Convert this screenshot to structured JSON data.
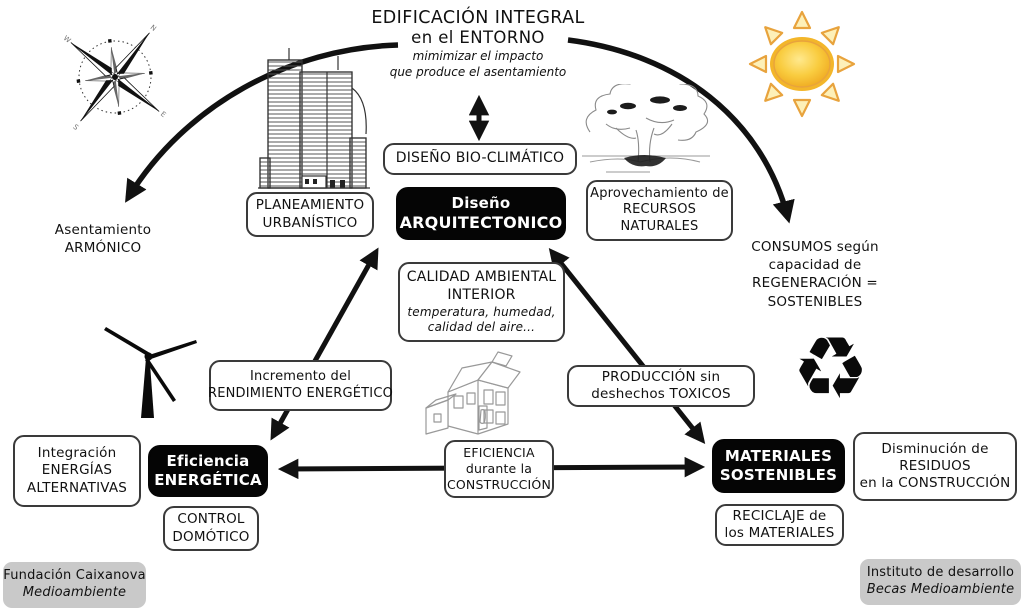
{
  "title": {
    "line1": "EDIFICACIÓN INTEGRAL",
    "line2": "en el ENTORNO",
    "subtitle_line1": "mimimizar el impacto",
    "subtitle_line2": "que produce el asentamiento"
  },
  "nodes": {
    "bio_climatico": {
      "line1": "DISEÑO BIO-CLIMÁTICO"
    },
    "arquitectonico": {
      "line1": "Diseño",
      "line2": "ARQUITECTONICO"
    },
    "planeamiento": {
      "line1": "PLANEAMIENTO",
      "line2": "URBANÍSTICO"
    },
    "recursos": {
      "line1": "Aprovechamiento de",
      "line2": "RECURSOS",
      "line3": "NATURALES"
    },
    "calidad": {
      "line1": "CALIDAD AMBIENTAL",
      "line2": "INTERIOR",
      "line3": "temperatura, humedad,",
      "line4": "calidad del aire..."
    },
    "rendimiento": {
      "line1": "Incremento del",
      "line2": "RENDIMIENTO ENERGÉTICO"
    },
    "produccion": {
      "line1": "PRODUCCIÓN sin",
      "line2": "deshechos TOXICOS"
    },
    "eficiencia_energetica": {
      "line1": "Eficiencia",
      "line2": "ENERGÉTICA"
    },
    "materiales": {
      "line1": "MATERIALES",
      "line2": "SOSTENIBLES"
    },
    "integracion": {
      "line1": "Integración",
      "line2": "ENERGÍAS",
      "line3": "ALTERNATIVAS"
    },
    "control": {
      "line1": "CONTROL",
      "line2": "DOMÓTICO"
    },
    "eficiencia_construccion": {
      "line1": "EFICIENCIA",
      "line2": "durante la",
      "line3": "CONSTRUCCIÓN"
    },
    "reciclaje": {
      "line1": "RECICLAJE de",
      "line2": "los MATERIALES"
    },
    "disminucion": {
      "line1": "Disminución de",
      "line2": "RESIDUOS",
      "line3": "en la CONSTRUCCIÓN"
    }
  },
  "labels": {
    "asentamiento": {
      "line1": "Asentamiento",
      "line2": "ARMÓNICO"
    },
    "consumos": {
      "line1": "CONSUMOS según",
      "line2": "capacidad de",
      "line3": "REGENERACIÓN =",
      "line4": "SOSTENIBLES"
    }
  },
  "sponsors": {
    "fundacion": {
      "line1": "Fundación Caixanova",
      "line2": "Medioambiente"
    },
    "instituto": {
      "line1": "Instituto de desarrollo",
      "line2": "Becas Medioambiente"
    }
  },
  "icons": {
    "compass_rose": "compass-rose",
    "city_buildings": "city-buildings-sketch",
    "sun": "sun",
    "tree": "tree-sketch",
    "wind_turbine": "wind-turbine",
    "house": "house-sketch",
    "recycle_symbol": "♻",
    "compass_letters": {
      "n": "N",
      "e": "E",
      "s": "S",
      "w": "W"
    }
  },
  "colors": {
    "black_node_bg": "#050505",
    "white_node_border": "#3a3a3a",
    "sponsor_bg": "#c9c9c9",
    "arrow": "#111111",
    "sun_core": "#f7c733",
    "sun_rim": "#e8a33d",
    "sun_ray_fill": "#fdf0b8"
  }
}
